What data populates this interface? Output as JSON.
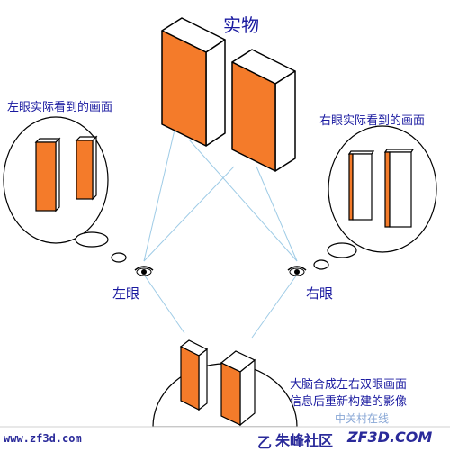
{
  "labels": {
    "title": "实物",
    "left_caption": "左眼实际看到的画面",
    "right_caption": "右眼实际看到的画面",
    "left_eye": "左眼",
    "right_eye": "右眼",
    "brain_line1": "大脑合成左右双眼画面",
    "brain_line2": "信息后重新构建的影像"
  },
  "footer": {
    "url": "www.zf3d.com",
    "watermark": "中关村在线",
    "brand_mark": "乙",
    "brand": "朱峰社区",
    "domain": "ZF3D.COM"
  },
  "colors": {
    "front_face": "#f47b2a",
    "side_face": "#ffffff",
    "outline": "#000000",
    "sight_line": "#9ecbe6",
    "text": "#1a1aa0"
  },
  "icons": [
    "left-eye-icon",
    "right-eye-icon",
    "thought-bubble-icon"
  ]
}
